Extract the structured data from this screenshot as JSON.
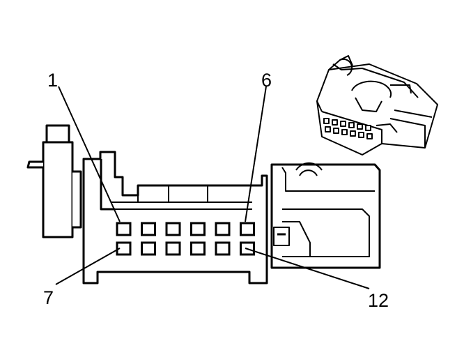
{
  "callouts": {
    "pin_1": "1",
    "pin_6": "6",
    "pin_7": "7",
    "pin_12": "12"
  },
  "colors": {
    "line": "#000000",
    "background": "#ffffff"
  }
}
